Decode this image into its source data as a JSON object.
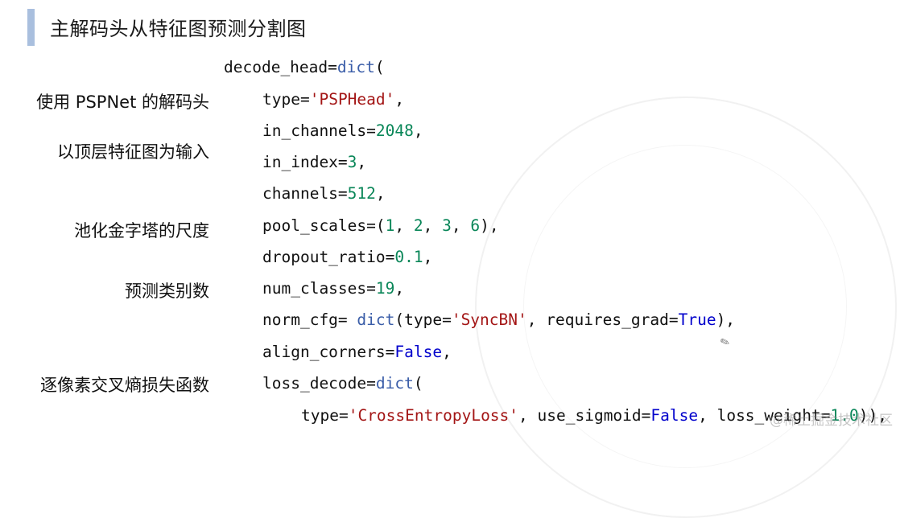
{
  "title": "主解码头从特征图预测分割图",
  "labels": {
    "decoder": "使用 PSPNet 的解码头",
    "input": "以顶层特征图为输入",
    "pool": "池化金字塔的尺度",
    "classes": "预测类别数",
    "loss": "逐像素交叉熵损失函数"
  },
  "code": {
    "l1": {
      "name": "decode_head",
      "eq": "=",
      "fn": "dict",
      "paren": "("
    },
    "l2": {
      "name": "type",
      "eq": "=",
      "val": "'PSPHead'",
      "end": ","
    },
    "l3": {
      "name": "in_channels",
      "eq": "=",
      "val": "2048",
      "end": ","
    },
    "l4": {
      "name": "in_index",
      "eq": "=",
      "val": "3",
      "end": ","
    },
    "l5": {
      "name": "channels",
      "eq": "=",
      "val": "512",
      "end": ","
    },
    "l6": {
      "name": "pool_scales",
      "eq": "=(",
      "v1": "1",
      "v2": "2",
      "v3": "3",
      "v4": "6",
      "sep": ", ",
      "end": "),"
    },
    "l7": {
      "name": "dropout_ratio",
      "eq": "=",
      "val": "0.1",
      "end": ","
    },
    "l8": {
      "name": "num_classes",
      "eq": "=",
      "val": "19",
      "end": ","
    },
    "l9": {
      "name": "norm_cfg",
      "eq": "= ",
      "fn": "dict",
      "p1": "(type=",
      "s1": "'SyncBN'",
      "p2": ", requires_grad=",
      "b1": "True",
      "end": "),"
    },
    "l10": {
      "name": "align_corners",
      "eq": "=",
      "b1": "False",
      "end": ","
    },
    "l11": {
      "name": "loss_decode",
      "eq": "=",
      "fn": "dict",
      "paren": "("
    },
    "l12": {
      "p1": "type=",
      "s1": "'CrossEntropyLoss'",
      "p2": ", use_sigmoid=",
      "b1": "False",
      "p3": ", loss_weight=",
      "n1": "1.0",
      "end": ")),"
    }
  },
  "watermark": "@稀土掘金技术社区"
}
